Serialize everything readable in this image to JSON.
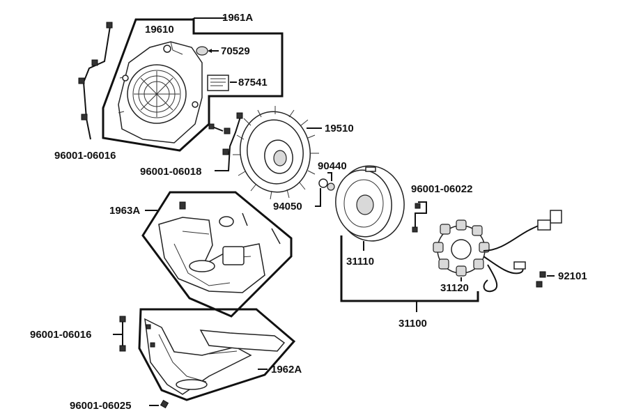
{
  "labels": {
    "p1961A": "1961A",
    "p19610": "19610",
    "p70529": "70529",
    "p87541": "87541",
    "p96001_06016_a": "96001-06016",
    "p19510": "19510",
    "p96001_06018": "96001-06018",
    "p90440": "90440",
    "p94050": "94050",
    "p96001_06022": "96001-06022",
    "p1963A": "1963A",
    "p31110": "31110",
    "p31120": "31120",
    "p92101": "92101",
    "p31100": "31100",
    "p96001_06016_b": "96001-06016",
    "p1962A": "1962A",
    "p96001_06025": "96001-06025"
  }
}
